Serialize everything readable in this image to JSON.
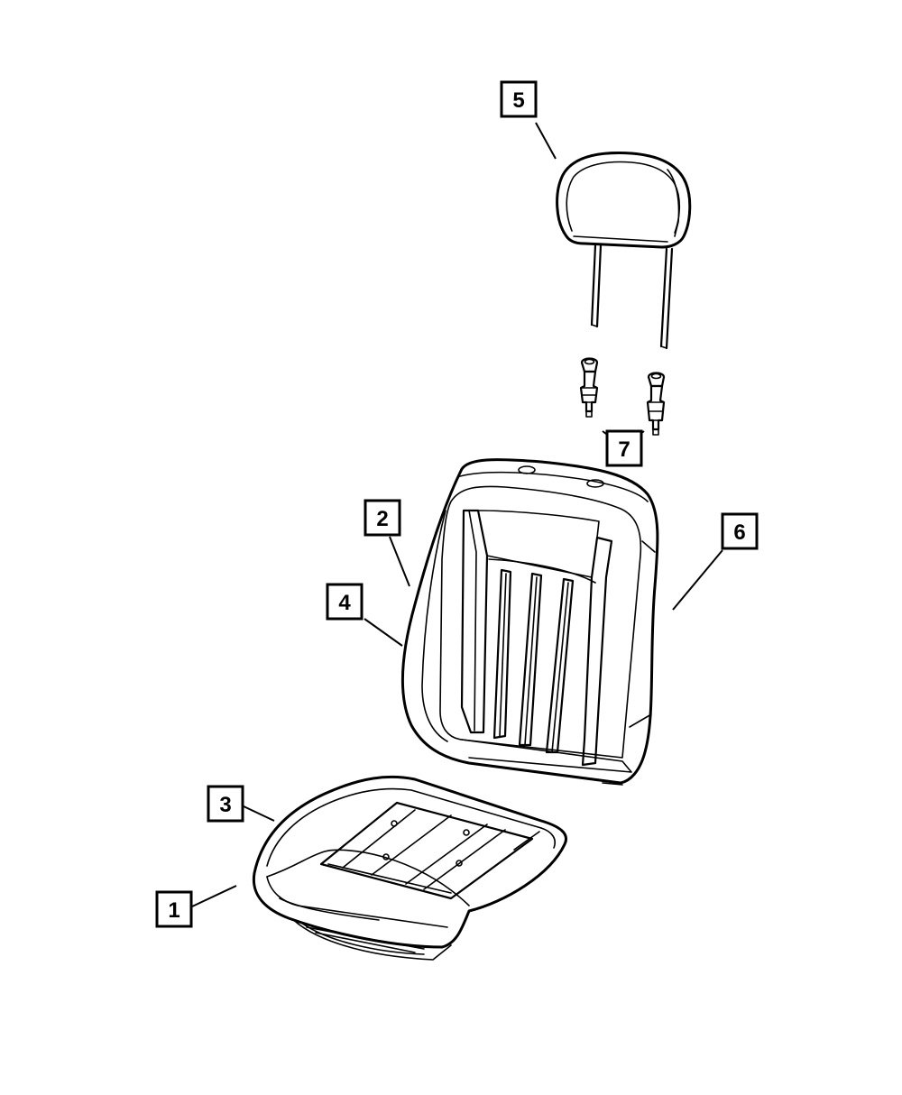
{
  "callouts": [
    {
      "id": "callout-1",
      "label": "1"
    },
    {
      "id": "callout-2",
      "label": "2"
    },
    {
      "id": "callout-3",
      "label": "3"
    },
    {
      "id": "callout-4",
      "label": "4"
    },
    {
      "id": "callout-5",
      "label": "5"
    },
    {
      "id": "callout-6",
      "label": "6"
    },
    {
      "id": "callout-7",
      "label": "7"
    }
  ],
  "colors": {
    "line": "#000000",
    "background": "#ffffff"
  }
}
